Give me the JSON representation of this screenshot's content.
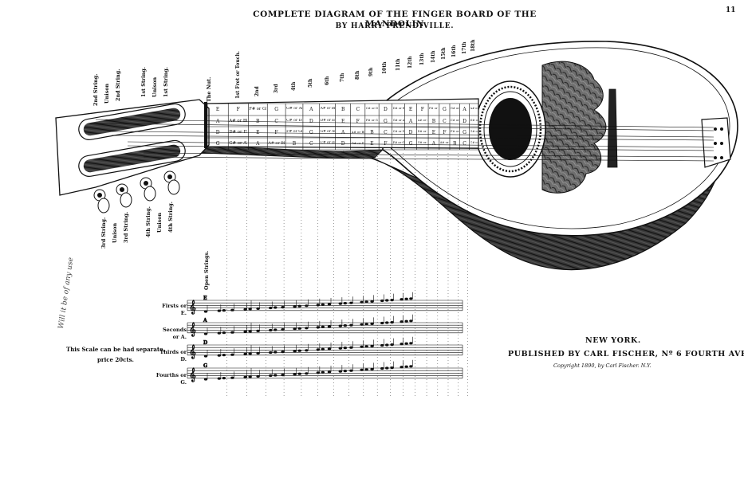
{
  "header": {
    "title": "COMPLETE DIAGRAM OF THE FINGER BOARD OF THE MANDOLIN",
    "author": "BY HARRY PRENDIVILLE.",
    "page_number": "11"
  },
  "tuning_labels": {
    "top": [
      "2nd String.",
      "Unison",
      "2nd String.",
      "1st String.",
      "Unison",
      "1st String."
    ],
    "bottom": [
      "3rd String.",
      "Unison",
      "3rd String.",
      "4th String.",
      "Unison",
      "4th String."
    ]
  },
  "nut_label": "The Nut.",
  "open_strings_label": "Open Strings.",
  "fret_labels": [
    "1st Fret or Touch.",
    "2nd",
    "3rd",
    "4th",
    "5th",
    "6th",
    "7th",
    "8th",
    "9th",
    "10th",
    "11th",
    "12th",
    "13th",
    "14th",
    "15th",
    "16th",
    "17th",
    "18th"
  ],
  "fingerboard_rows": [
    [
      "E",
      "F",
      "F# or Gb",
      "G",
      "G# or Ab",
      "A",
      "A# or Bb",
      "B",
      "C",
      "C# or Db",
      "D",
      "D# or Eb",
      "E",
      "F",
      "F# or Gb",
      "G",
      "G# or Ab",
      "A",
      "A# or Bb"
    ],
    [
      "A",
      "A# or Bb",
      "B",
      "C",
      "C# or Db",
      "D",
      "D# or Eb",
      "E",
      "F",
      "F# or Gb",
      "G",
      "G# or Ab",
      "A",
      "A# or Bb",
      "B",
      "C",
      "C# or Db",
      "D",
      "D# or Eb"
    ],
    [
      "D",
      "D# or Eb",
      "E",
      "F",
      "F# or Gb",
      "G",
      "G# or Ab",
      "A",
      "A# or Bb",
      "B",
      "C",
      "C# or Db",
      "D",
      "D# or Eb",
      "E",
      "F",
      "F# or Gb",
      "G",
      "G# or Ab"
    ],
    [
      "G",
      "G# or Ab",
      "A",
      "A# or Bb",
      "B",
      "C",
      "C# or Db",
      "D",
      "D# or Eb",
      "E",
      "F",
      "F# or Gb",
      "G",
      "G# or Ab",
      "A",
      "A# or Bb",
      "B",
      "C",
      "C# or Db"
    ]
  ],
  "staff_labels": [
    "Firsts or E.",
    "Seconds or A.",
    "Thirds or D.",
    "Fourths or G."
  ],
  "staff_open_notes": [
    "E",
    "A",
    "D",
    "G"
  ],
  "side_note": {
    "line1": "This Scale can be had separate,",
    "line2": "price 20cts."
  },
  "publisher": {
    "city": "NEW YORK.",
    "line": "PUBLISHED BY CARL FISCHER, Nº 6 FOURTH AVE.",
    "copyright": "Copyright 1890, by Carl Fischer. N.Y."
  },
  "handwriting": "Will it be of any use"
}
